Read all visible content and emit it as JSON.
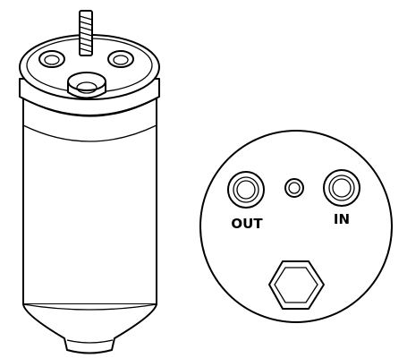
{
  "diagram": {
    "top_view": {
      "ports": [
        {
          "id": "out",
          "label": "OUT"
        },
        {
          "id": "in",
          "label": "IN"
        }
      ]
    },
    "colors": {
      "line": "#000000",
      "fill": "#ffffff"
    }
  }
}
